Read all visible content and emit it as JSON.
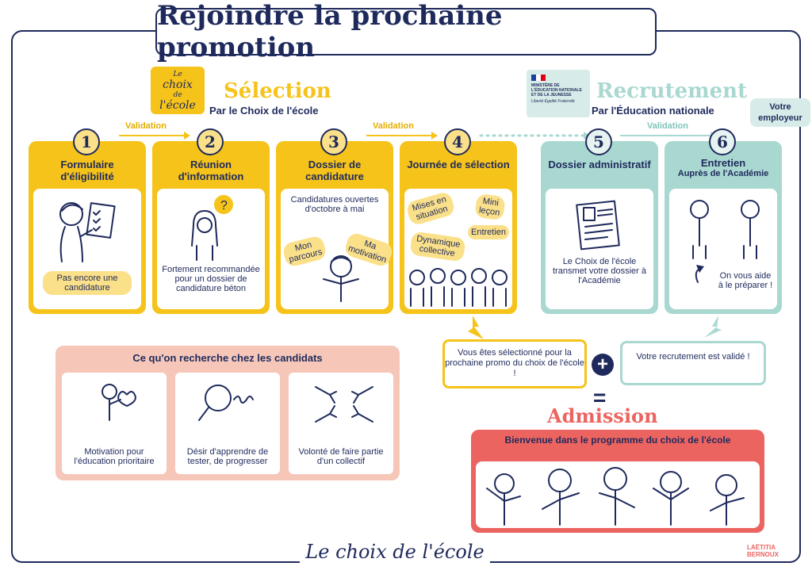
{
  "title": "Rejoindre la prochaine promotion",
  "selection": {
    "logo": [
      "Le",
      "choix",
      "de",
      "l'école"
    ],
    "title": "Sélection",
    "subtitle": "Par le Choix de l'école"
  },
  "recruitment": {
    "ministry_text": "MINISTÈRE DE L'ÉDUCATION NATIONALE ET DE LA JEUNESSE",
    "motto": "Liberté Égalité Fraternité",
    "title": "Recrutement",
    "subtitle": "Par l'Éducation nationale",
    "employer": "Votre employeur"
  },
  "validation_label": "Validation",
  "steps": [
    {
      "number": "1",
      "label": "Formulaire d'éligibilité",
      "bubble": "Pas encore une candidature"
    },
    {
      "number": "2",
      "label": "Réunion d'information",
      "text": "Fortement recommandée pour un dossier de candidature béton"
    },
    {
      "number": "3",
      "label": "Dossier de candidature",
      "text": "Candidatures ouvertes d'octobre à mai",
      "bubbles": [
        "Mon parcours",
        "Ma motivation"
      ]
    },
    {
      "number": "4",
      "label": "Journée de sélection",
      "bubbles": [
        "Mises en situation",
        "Mini leçon",
        "Entretien",
        "Dynamique collective"
      ]
    },
    {
      "number": "5",
      "label": "Dossier administratif",
      "text": "Le Choix de l'école transmet votre dossier à l'Académie"
    },
    {
      "number": "6",
      "label": "Entretien",
      "sublabel": "Auprès de l'Académie",
      "text": "On vous aide à le préparer !"
    }
  ],
  "criteria": {
    "title": "Ce qu'on recherche chez les candidats",
    "items": [
      "Motivation pour l'éducation prioritaire",
      "Désir d'apprendre de tester, de progresser",
      "Volonté de faire partie d'un collectif"
    ]
  },
  "outcome": {
    "selected": "Vous êtes sélectionné pour la prochaine promo du choix de l'école !",
    "plus": "+",
    "recruited": "Votre recrutement est validé !",
    "equals": "=",
    "admission": "Admission",
    "welcome": "Bienvenue dans le programme du choix de l'école"
  },
  "footer": "Le choix de l'école",
  "signature": "LAËTITIA BERNOUX",
  "colors": {
    "navy": "#1f2a5c",
    "yellow": "#f5c31a",
    "teal": "#a9d8d1",
    "salmon": "#f6c7b9",
    "coral": "#ec6460"
  }
}
